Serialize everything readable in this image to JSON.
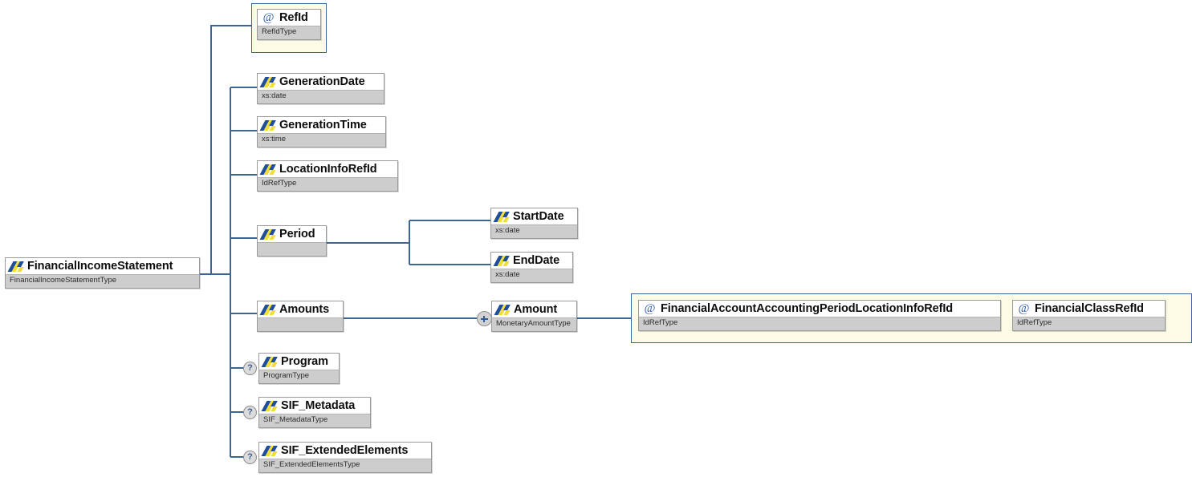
{
  "diagram": {
    "title": "FinancialIncomeStatement XSD element diagram",
    "wire_color": "#3c6694",
    "box_border_color": "#9a9a9a",
    "type_bar_color": "#cdcdcd",
    "attr_group_fill": "#fbfbe6",
    "icons": {
      "element": "element-icon",
      "attribute": "attribute-at-icon",
      "optional": "optional-question-marker",
      "expand": "expand-plus-marker"
    }
  },
  "root": {
    "name": "FinancialIncomeStatement",
    "type": "FinancialIncomeStatementType",
    "icon": "element-icon"
  },
  "nodes": {
    "ref_id": {
      "name": "RefId",
      "type": "RefIdType",
      "icon": "attribute-at-icon"
    },
    "generation_date": {
      "name": "GenerationDate",
      "type": "xs:date",
      "icon": "element-icon"
    },
    "generation_time": {
      "name": "GenerationTime",
      "type": "xs:time",
      "icon": "element-icon"
    },
    "location_info_ref_id": {
      "name": "LocationInfoRefId",
      "type": "IdRefType",
      "icon": "element-icon"
    },
    "period": {
      "name": "Period",
      "type": "",
      "icon": "element-icon"
    },
    "start_date": {
      "name": "StartDate",
      "type": "xs:date",
      "icon": "element-icon"
    },
    "end_date": {
      "name": "EndDate",
      "type": "xs:date",
      "icon": "element-icon"
    },
    "amounts": {
      "name": "Amounts",
      "type": "",
      "icon": "element-icon"
    },
    "amount": {
      "name": "Amount",
      "type": "MonetaryAmountType",
      "icon": "element-icon"
    },
    "financial_account_accounting_period_location_info_ref_id": {
      "name": "FinancialAccountAccountingPeriodLocationInfoRefId",
      "type": "IdRefType",
      "icon": "attribute-at-icon"
    },
    "financial_class_ref_id": {
      "name": "FinancialClassRefId",
      "type": "IdRefType",
      "icon": "attribute-at-icon"
    },
    "program": {
      "name": "Program",
      "type": "ProgramType",
      "icon": "element-icon",
      "marker": "?"
    },
    "sif_metadata": {
      "name": "SIF_Metadata",
      "type": "SIF_MetadataType",
      "icon": "element-icon",
      "marker": "?"
    },
    "sif_extended_elements": {
      "name": "SIF_ExtendedElements",
      "type": "SIF_ExtendedElementsType",
      "icon": "element-icon",
      "marker": "?"
    }
  },
  "markers": {
    "optional": "?",
    "expand": "+"
  }
}
